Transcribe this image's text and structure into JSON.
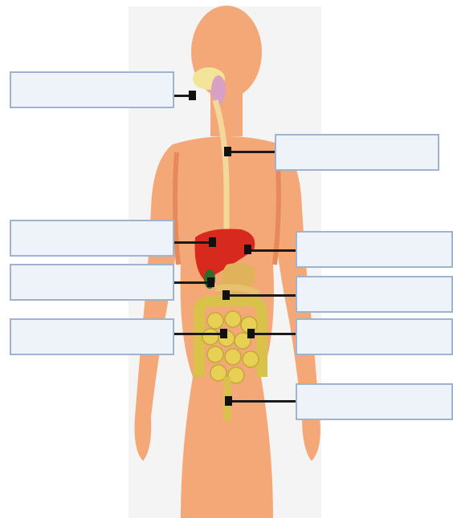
{
  "diagram": {
    "kind": "digestive-system-labeling-worksheet",
    "colors": {
      "skin": "#f4a878",
      "skin_shadow": "#e58a5c",
      "liver": "#d8291f",
      "gallbladder": "#2f6b2a",
      "stomach": "#e0b25c",
      "intestine": "#e7d054",
      "esophagus": "#f2d99b",
      "salivary": "#d9a0c6",
      "label_fill": "#eef3f9",
      "label_border": "#9fb4cc"
    },
    "labels": [
      {
        "id": "mouth",
        "text": ""
      },
      {
        "id": "esophagus",
        "text": ""
      },
      {
        "id": "liver",
        "text": ""
      },
      {
        "id": "gallbladder",
        "text": ""
      },
      {
        "id": "small-intestine",
        "text": ""
      },
      {
        "id": "stomach",
        "text": ""
      },
      {
        "id": "pancreas",
        "text": ""
      },
      {
        "id": "large-intestine",
        "text": ""
      },
      {
        "id": "rectum",
        "text": ""
      }
    ]
  }
}
